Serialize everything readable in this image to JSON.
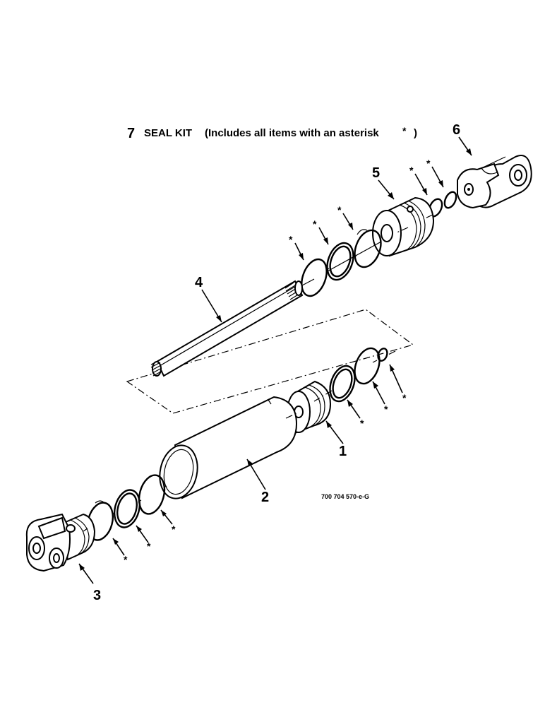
{
  "header": {
    "kit_number": "7",
    "kit_label": "SEAL KIT",
    "kit_note": "(Includes all items with an asterisk",
    "kit_star": "*",
    "kit_close": ")"
  },
  "callouts": {
    "piston": "1",
    "barrel": "2",
    "base_clevis": "3",
    "rod": "4",
    "gland": "5",
    "rod_clevis": "6"
  },
  "asterisk": "*",
  "drawing_code": "700 704 570-e-G"
}
